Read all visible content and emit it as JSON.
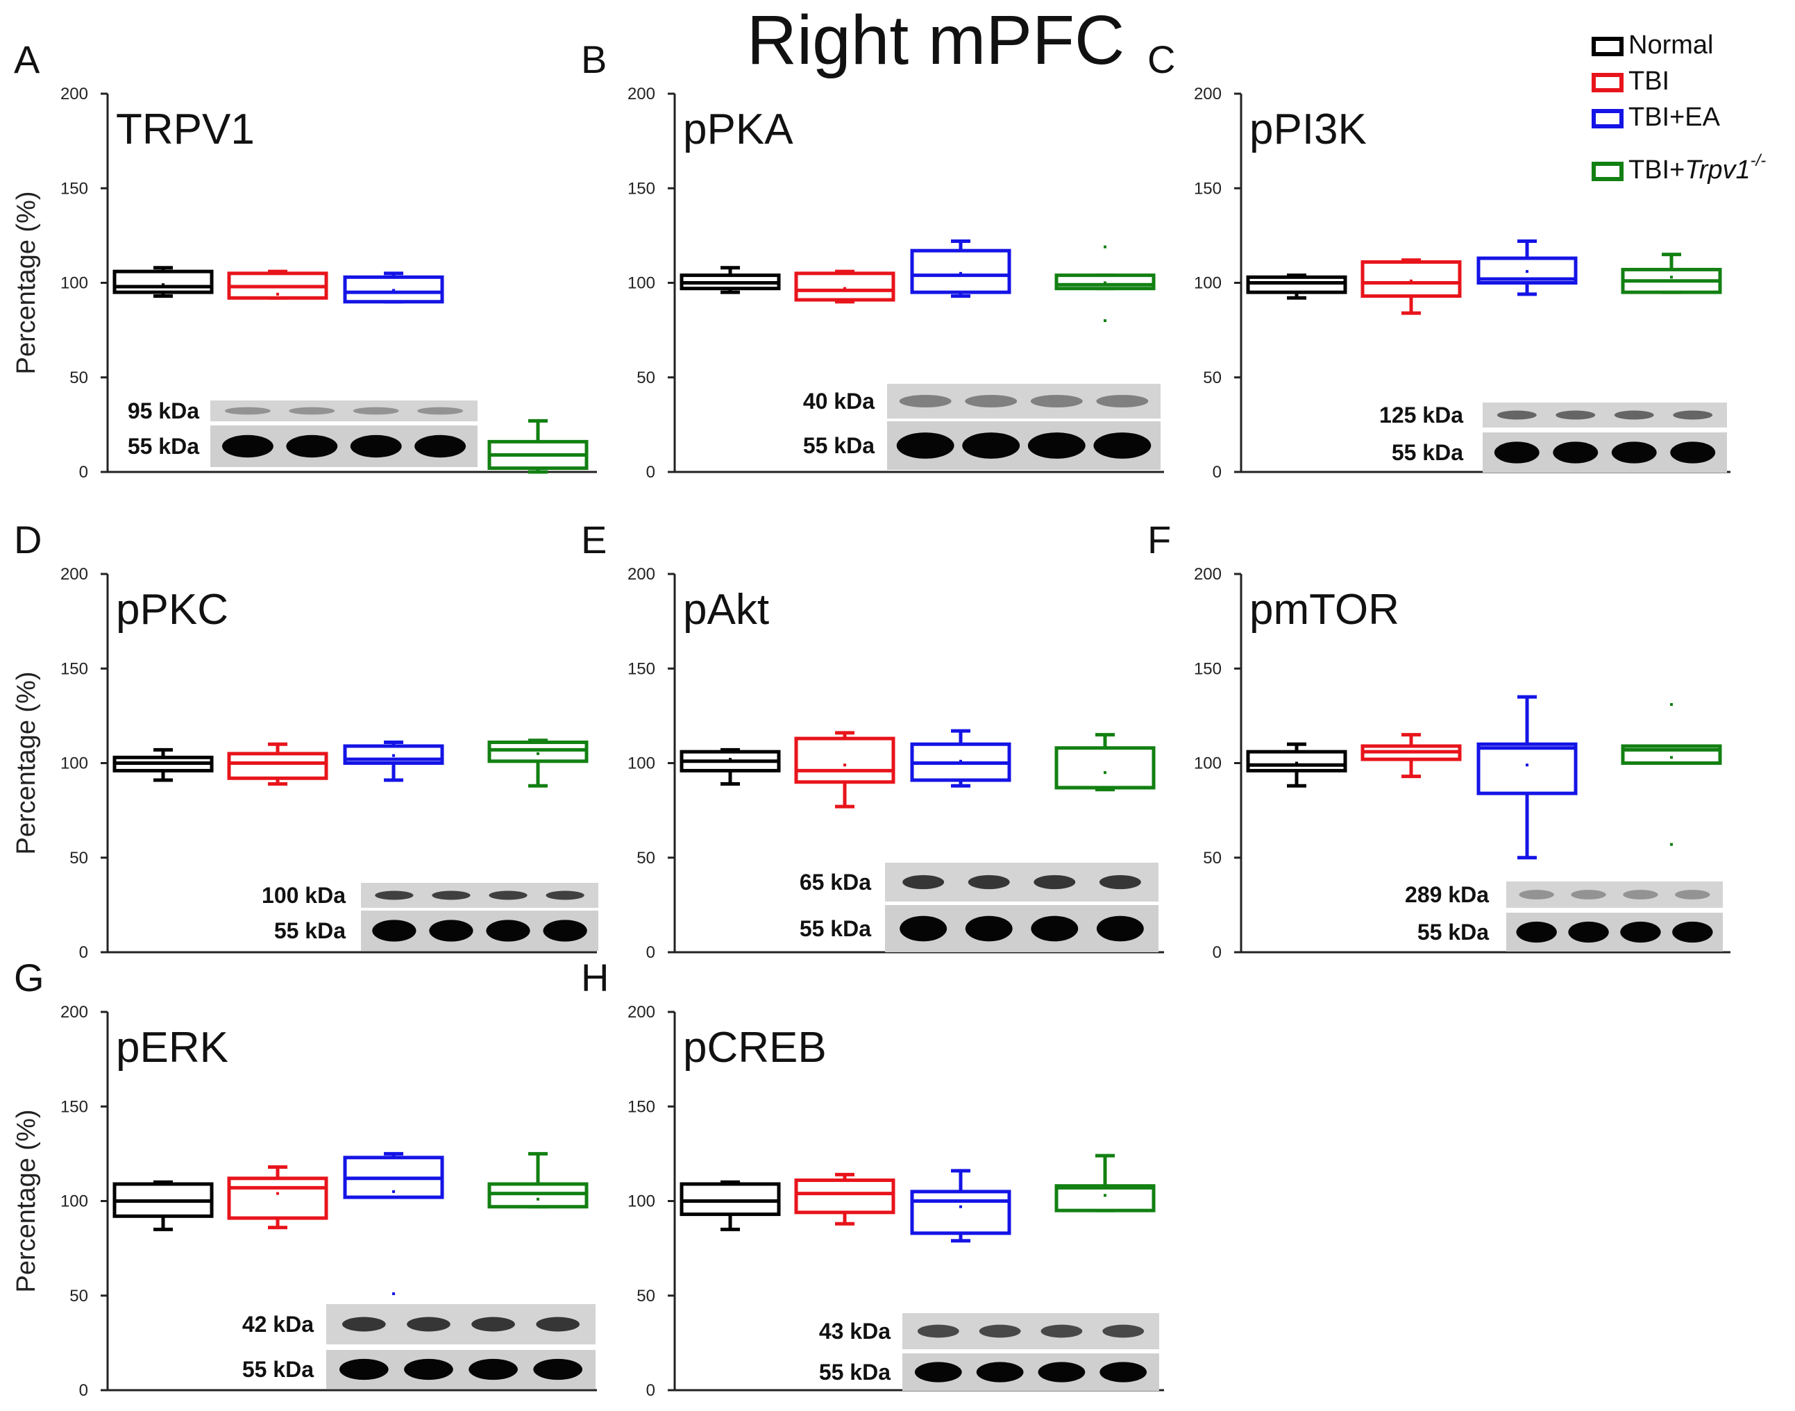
{
  "figure_title": "Right mPFC",
  "legend": [
    {
      "label": "Normal",
      "italic": "",
      "sup": "",
      "color": "#000000"
    },
    {
      "label": "TBI",
      "italic": "",
      "sup": "",
      "color": "#e8141b"
    },
    {
      "label": "TBI+EA",
      "italic": "",
      "sup": "",
      "color": "#1414e6"
    },
    {
      "label": "TBI+",
      "italic": "Trpv1",
      "sup": "-/-",
      "color": "#128012"
    }
  ],
  "chart_data": [
    {
      "type": "box",
      "panel_letter": "A",
      "title": "TRPV1",
      "ylabel": "Percentage (%)",
      "ylim": [
        0,
        200
      ],
      "yticks": [
        0,
        50,
        100,
        150,
        200
      ],
      "groups": [
        "Normal",
        "TBI",
        "TBI+EA",
        "TBI+Trpv1-/-"
      ],
      "boxes": [
        {
          "min": 93,
          "q1": 95,
          "median": 98,
          "q3": 106,
          "max": 108,
          "mean": 99
        },
        {
          "min": 92,
          "q1": 92,
          "median": 98,
          "q3": 105,
          "max": 106,
          "mean": 94
        },
        {
          "min": 90,
          "q1": 90,
          "median": 95,
          "q3": 103,
          "max": 105,
          "mean": 96
        },
        {
          "min": 0,
          "q1": 2,
          "median": 9,
          "q3": 16,
          "max": 27,
          "mean": 9
        }
      ],
      "blot": {
        "labels": [
          "95 kDa",
          "55 kDa"
        ]
      }
    },
    {
      "type": "box",
      "panel_letter": "B",
      "title": "pPKA",
      "ylabel": "",
      "ylim": [
        0,
        200
      ],
      "yticks": [
        0,
        50,
        100,
        150,
        200
      ],
      "groups": [
        "Normal",
        "TBI",
        "TBI+EA",
        "TBI+Trpv1-/-"
      ],
      "boxes": [
        {
          "min": 95,
          "q1": 97,
          "median": 100,
          "q3": 104,
          "max": 108,
          "mean": 100
        },
        {
          "min": 90,
          "q1": 91,
          "median": 96,
          "q3": 105,
          "max": 106,
          "mean": 97
        },
        {
          "min": 93,
          "q1": 95,
          "median": 104,
          "q3": 117,
          "max": 122,
          "mean": 105
        },
        {
          "min": 97,
          "q1": 97,
          "median": 99,
          "q3": 104,
          "max": 104,
          "mean": 100,
          "outliers": [
            119,
            80
          ]
        }
      ],
      "blot": {
        "labels": [
          "40 kDa",
          "55 kDa"
        ]
      }
    },
    {
      "type": "box",
      "panel_letter": "C",
      "title": "pPI3K",
      "ylabel": "",
      "ylim": [
        0,
        200
      ],
      "yticks": [
        0,
        50,
        100,
        150,
        200
      ],
      "groups": [
        "Normal",
        "TBI",
        "TBI+EA",
        "TBI+Trpv1-/-"
      ],
      "boxes": [
        {
          "min": 92,
          "q1": 95,
          "median": 100,
          "q3": 103,
          "max": 104,
          "mean": 100
        },
        {
          "min": 84,
          "q1": 93,
          "median": 100,
          "q3": 111,
          "max": 112,
          "mean": 101
        },
        {
          "min": 94,
          "q1": 100,
          "median": 102,
          "q3": 113,
          "max": 122,
          "mean": 106
        },
        {
          "min": 95,
          "q1": 95,
          "median": 101,
          "q3": 107,
          "max": 115,
          "mean": 103
        }
      ],
      "blot": {
        "labels": [
          "125 kDa",
          "55 kDa"
        ]
      }
    },
    {
      "type": "box",
      "panel_letter": "D",
      "title": "pPKC",
      "ylabel": "Percentage (%)",
      "ylim": [
        0,
        200
      ],
      "yticks": [
        0,
        50,
        100,
        150,
        200
      ],
      "groups": [
        "Normal",
        "TBI",
        "TBI+EA",
        "TBI+Trpv1-/-"
      ],
      "boxes": [
        {
          "min": 91,
          "q1": 96,
          "median": 100,
          "q3": 103,
          "max": 107,
          "mean": 100
        },
        {
          "min": 89,
          "q1": 92,
          "median": 100,
          "q3": 105,
          "max": 110,
          "mean": 100
        },
        {
          "min": 91,
          "q1": 100,
          "median": 102,
          "q3": 109,
          "max": 111,
          "mean": 104
        },
        {
          "min": 88,
          "q1": 101,
          "median": 107,
          "q3": 111,
          "max": 112,
          "mean": 105
        }
      ],
      "blot": {
        "labels": [
          "100 kDa",
          "55 kDa"
        ]
      }
    },
    {
      "type": "box",
      "panel_letter": "E",
      "title": "pAkt",
      "ylabel": "",
      "ylim": [
        0,
        200
      ],
      "yticks": [
        0,
        50,
        100,
        150,
        200
      ],
      "groups": [
        "Normal",
        "TBI",
        "TBI+EA",
        "TBI+Trpv1-/-"
      ],
      "boxes": [
        {
          "min": 89,
          "q1": 96,
          "median": 101,
          "q3": 106,
          "max": 107,
          "mean": 102
        },
        {
          "min": 77,
          "q1": 90,
          "median": 96,
          "q3": 113,
          "max": 116,
          "mean": 99
        },
        {
          "min": 88,
          "q1": 91,
          "median": 100,
          "q3": 110,
          "max": 117,
          "mean": 101
        },
        {
          "min": 86,
          "q1": 87,
          "median": 87,
          "q3": 108,
          "max": 115,
          "mean": 95
        }
      ],
      "blot": {
        "labels": [
          "65 kDa",
          "55 kDa"
        ]
      }
    },
    {
      "type": "box",
      "panel_letter": "F",
      "title": "pmTOR",
      "ylabel": "",
      "ylim": [
        0,
        200
      ],
      "yticks": [
        0,
        50,
        100,
        150,
        200
      ],
      "groups": [
        "Normal",
        "TBI",
        "TBI+EA",
        "TBI+Trpv1-/-"
      ],
      "boxes": [
        {
          "min": 88,
          "q1": 96,
          "median": 99,
          "q3": 106,
          "max": 110,
          "mean": 100
        },
        {
          "min": 93,
          "q1": 102,
          "median": 106,
          "q3": 109,
          "max": 115,
          "mean": 106
        },
        {
          "min": 50,
          "q1": 84,
          "median": 108,
          "q3": 110,
          "max": 135,
          "mean": 99
        },
        {
          "min": 100,
          "q1": 100,
          "median": 107,
          "q3": 109,
          "max": 109,
          "mean": 103,
          "outliers": [
            131,
            57
          ]
        }
      ],
      "blot": {
        "labels": [
          "289 kDa",
          "55 kDa"
        ]
      }
    },
    {
      "type": "box",
      "panel_letter": "G",
      "title": "pERK",
      "ylabel": "Percentage (%)",
      "ylim": [
        0,
        200
      ],
      "yticks": [
        0,
        50,
        100,
        150,
        200
      ],
      "groups": [
        "Normal",
        "TBI",
        "TBI+EA",
        "TBI+Trpv1-/-"
      ],
      "boxes": [
        {
          "min": 85,
          "q1": 92,
          "median": 100,
          "q3": 109,
          "max": 110,
          "mean": 100
        },
        {
          "min": 86,
          "q1": 91,
          "median": 107,
          "q3": 112,
          "max": 118,
          "mean": 104
        },
        {
          "min": 102,
          "q1": 102,
          "median": 112,
          "q3": 123,
          "max": 125,
          "mean": 105,
          "outliers": [
            51
          ]
        },
        {
          "min": 97,
          "q1": 97,
          "median": 104,
          "q3": 109,
          "max": 125,
          "mean": 101
        }
      ],
      "blot": {
        "labels": [
          "42 kDa",
          "55 kDa"
        ]
      }
    },
    {
      "type": "box",
      "panel_letter": "H",
      "title": "pCREB",
      "ylabel": "",
      "ylim": [
        0,
        200
      ],
      "yticks": [
        0,
        50,
        100,
        150,
        200
      ],
      "groups": [
        "Normal",
        "TBI",
        "TBI+EA",
        "TBI+Trpv1-/-"
      ],
      "boxes": [
        {
          "min": 85,
          "q1": 93,
          "median": 100,
          "q3": 109,
          "max": 110,
          "mean": 100
        },
        {
          "min": 88,
          "q1": 94,
          "median": 104,
          "q3": 111,
          "max": 114,
          "mean": 104
        },
        {
          "min": 79,
          "q1": 83,
          "median": 100,
          "q3": 105,
          "max": 116,
          "mean": 97
        },
        {
          "min": 95,
          "q1": 95,
          "median": 107,
          "q3": 108,
          "max": 124,
          "mean": 103
        }
      ],
      "blot": {
        "labels": [
          "43 kDa",
          "55 kDa"
        ]
      }
    }
  ]
}
